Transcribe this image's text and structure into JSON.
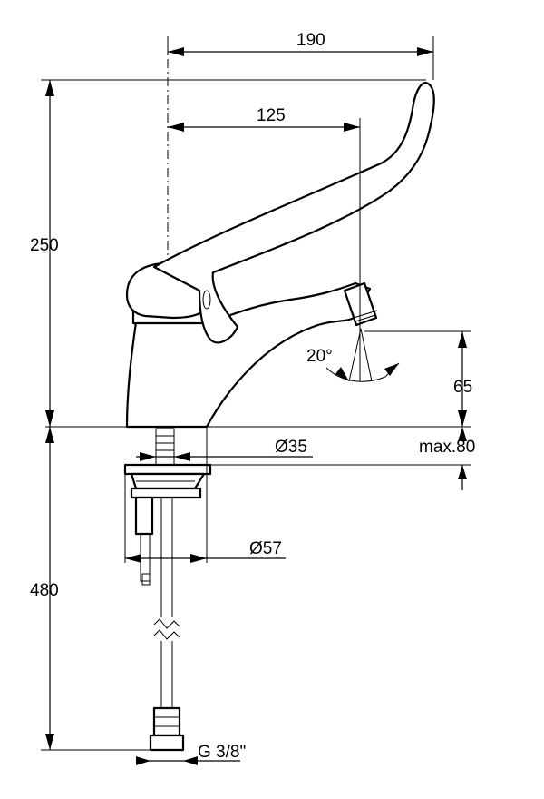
{
  "dimensions": {
    "spout_reach_total": "190",
    "spout_reach_outlet": "125",
    "height_total": "250",
    "outlet_height": "65",
    "spray_angle": "20°",
    "thread_diameter": "Ø35",
    "max_deck_thickness": "max.80",
    "base_diameter": "Ø57",
    "hose_length": "480",
    "connection_thread": "G 3/8\""
  }
}
